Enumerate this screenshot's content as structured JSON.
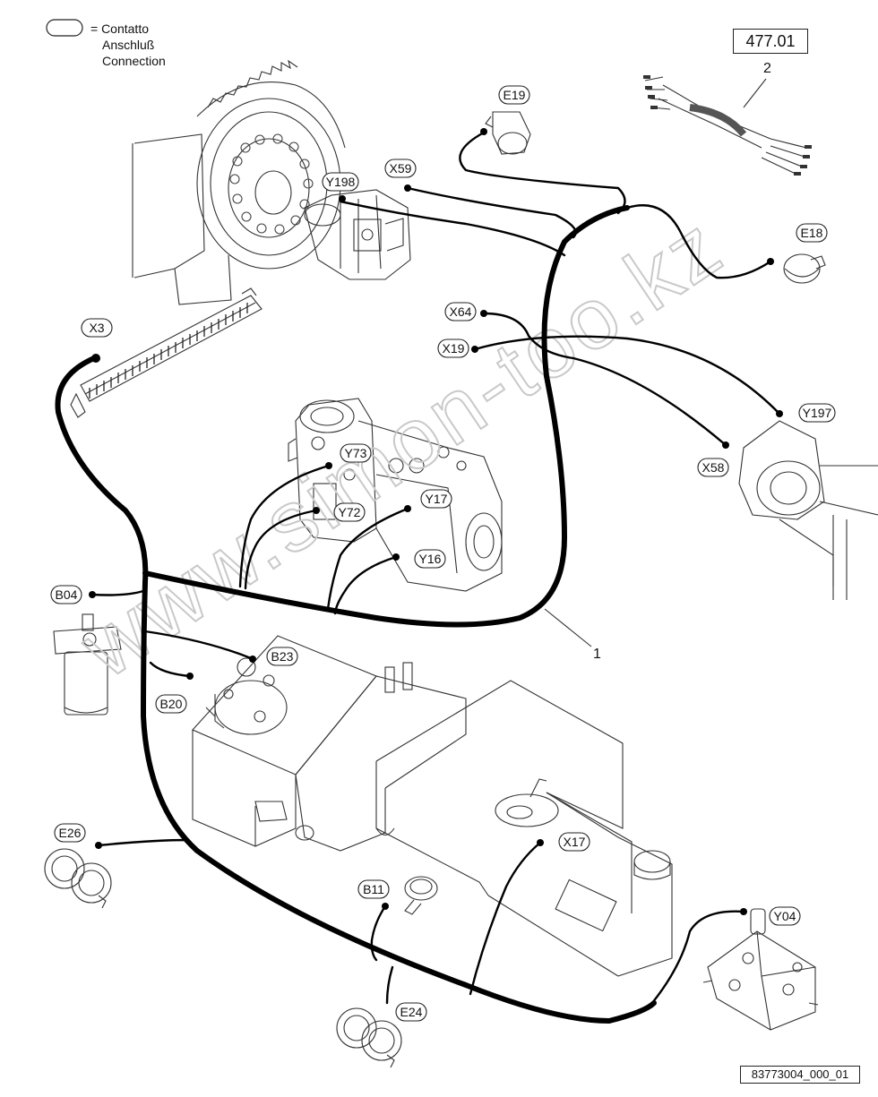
{
  "legend": {
    "lines": [
      "= Contatto",
      "Anschluß",
      "Connection"
    ]
  },
  "reference_box": "477.01",
  "callouts": {
    "harness": "1",
    "kit": "2"
  },
  "footer_code": "83773004_000_01",
  "watermark": "www.simon-too.kz",
  "connectors": [
    {
      "id": "E19"
    },
    {
      "id": "X59"
    },
    {
      "id": "Y198"
    },
    {
      "id": "E18"
    },
    {
      "id": "X64"
    },
    {
      "id": "X19"
    },
    {
      "id": "X3"
    },
    {
      "id": "Y197"
    },
    {
      "id": "X58"
    },
    {
      "id": "Y73"
    },
    {
      "id": "Y72"
    },
    {
      "id": "Y17"
    },
    {
      "id": "Y16"
    },
    {
      "id": "B04"
    },
    {
      "id": "B23"
    },
    {
      "id": "B20"
    },
    {
      "id": "X17"
    },
    {
      "id": "E26"
    },
    {
      "id": "B11"
    },
    {
      "id": "Y04"
    },
    {
      "id": "E24"
    }
  ]
}
